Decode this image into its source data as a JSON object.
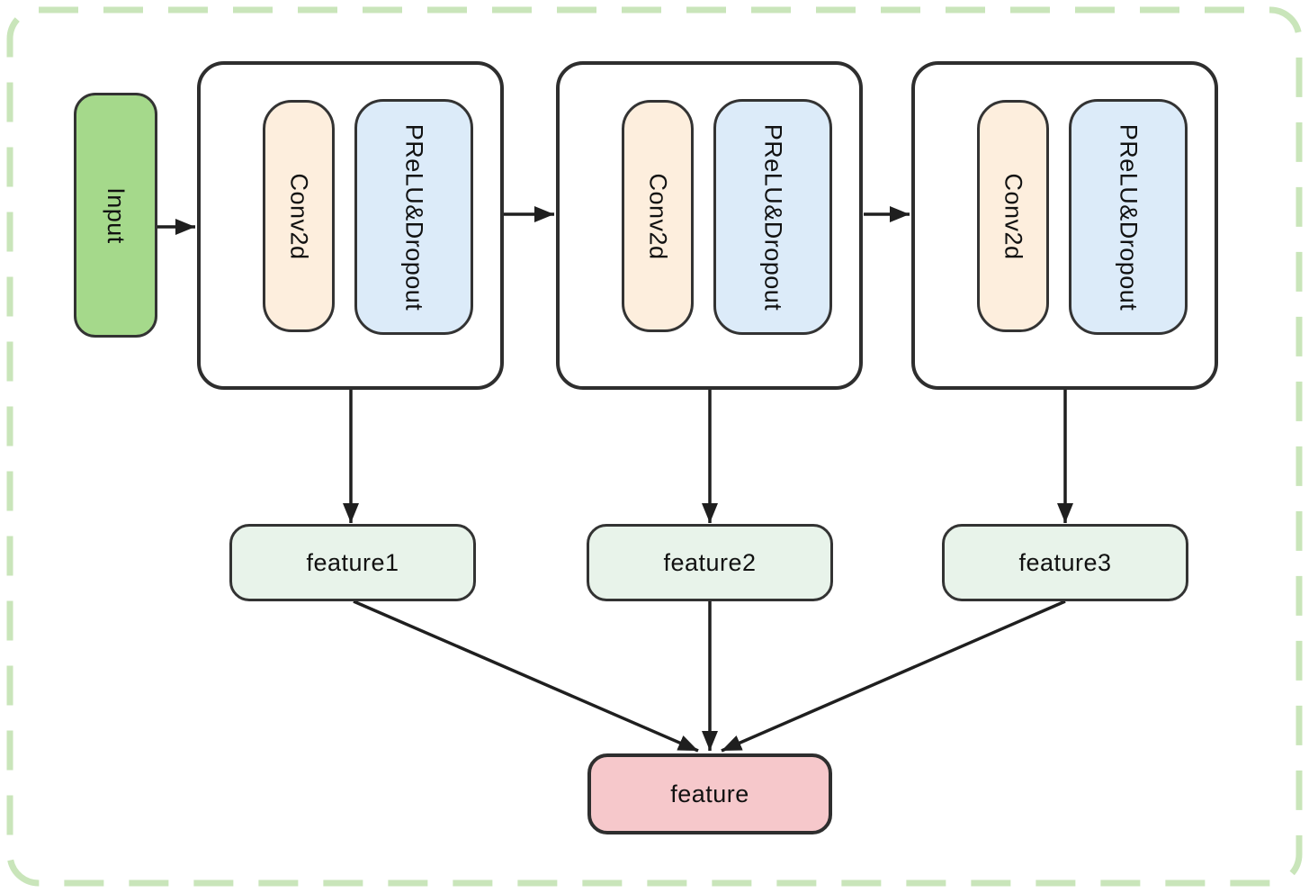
{
  "diagram": {
    "input": {
      "label": "Input"
    },
    "blocks": [
      {
        "conv_label": "Conv2d",
        "act_label": "PReLU&Dropout"
      },
      {
        "conv_label": "Conv2d",
        "act_label": "PReLU&Dropout"
      },
      {
        "conv_label": "Conv2d",
        "act_label": "PReLU&Dropout"
      }
    ],
    "features": [
      {
        "label": "feature1"
      },
      {
        "label": "feature2"
      },
      {
        "label": "feature3"
      }
    ],
    "output": {
      "label": "feature"
    },
    "colors": {
      "outer_dashed_border": "#c9e5ba",
      "input_fill": "#a5d98b",
      "conv_fill": "#fdeedd",
      "act_fill": "#dcebf9",
      "feature_fill": "#e8f3ea",
      "output_fill": "#f6c8cb",
      "node_stroke": "#2e2e2e",
      "arrow_stroke": "#1f1f1f"
    }
  }
}
